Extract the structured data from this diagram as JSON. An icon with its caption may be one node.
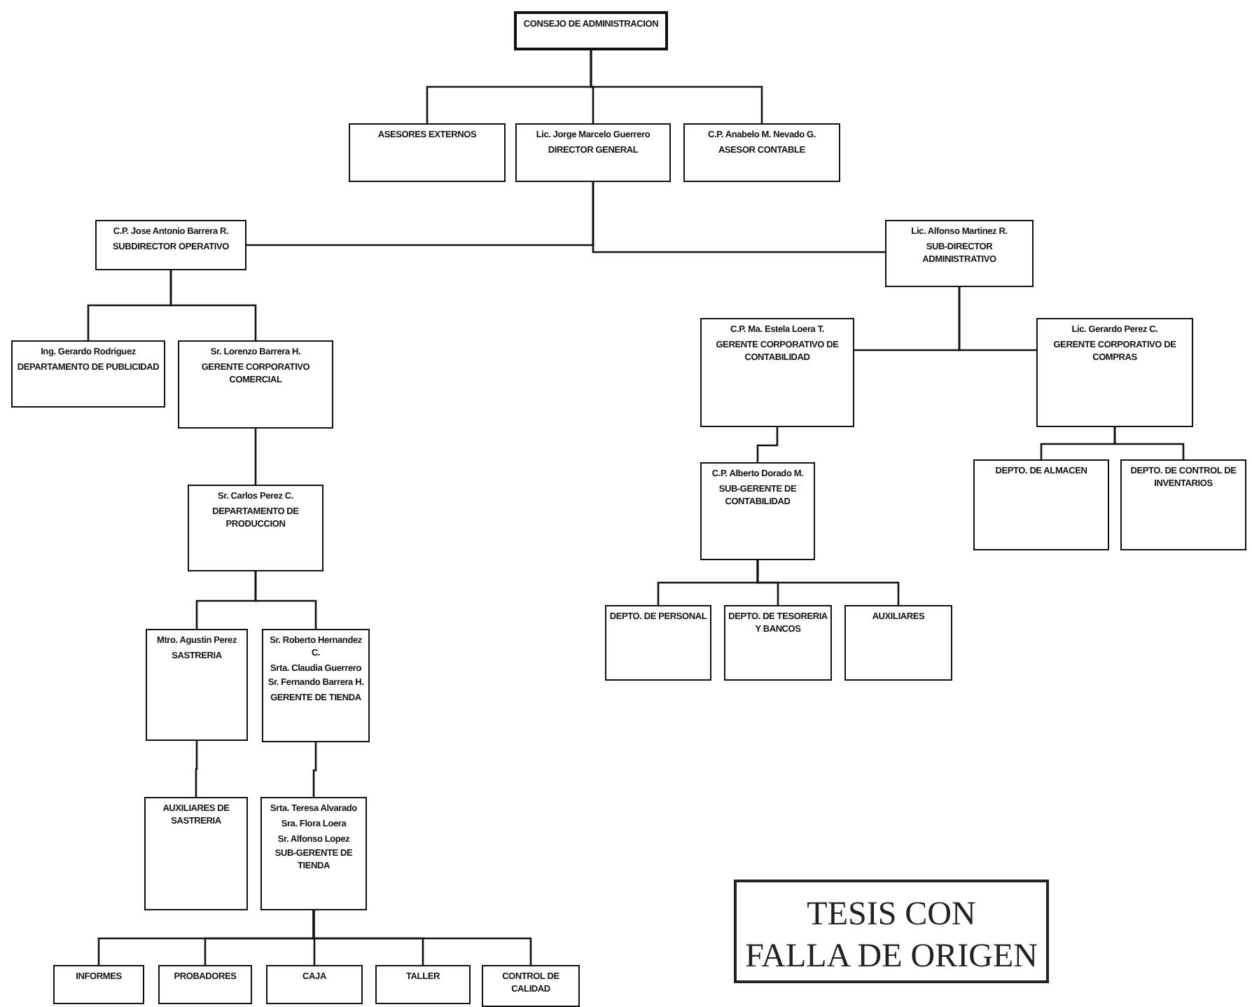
{
  "diagram": {
    "nodes": [
      {
        "text": [
          "CONSEJO DE ADMINISTRACION"
        ]
      },
      {
        "text": [
          "ASESORES EXTERNOS"
        ]
      },
      {
        "text": [
          "Lic. Jorge Marcelo Guerrero",
          "DIRECTOR GENERAL"
        ]
      },
      {
        "text": [
          "C.P. Anabelo M. Nevado G.",
          "ASESOR CONTABLE"
        ]
      },
      {
        "text": [
          "C.P. Jose Antonio Barrera R.",
          "SUBDIRECTOR OPERATIVO"
        ]
      },
      {
        "text": [
          "Lic. Alfonso Martinez R.",
          "SUB-DIRECTOR ADMINISTRATIVO"
        ]
      },
      {
        "text": [
          "Ing. Gerardo Rodriguez",
          "DEPARTAMENTO DE PUBLICIDAD"
        ]
      },
      {
        "text": [
          "Sr. Lorenzo Barrera H.",
          "GERENTE CORPORATIVO COMERCIAL"
        ]
      },
      {
        "text": [
          "C.P. Ma. Estela Loera T.",
          "GERENTE CORPORATIVO DE CONTABILIDAD"
        ]
      },
      {
        "text": [
          "Lic. Gerardo Perez C.",
          "GERENTE CORPORATIVO DE COMPRAS"
        ]
      },
      {
        "text": [
          "Sr. Carlos Perez C.",
          "DEPARTAMENTO DE PRODUCCION"
        ]
      },
      {
        "text": [
          "C.P. Alberto Dorado M.",
          "SUB-GERENTE DE CONTABILIDAD"
        ]
      },
      {
        "text": [
          "DEPTO. DE ALMACEN"
        ]
      },
      {
        "text": [
          "DEPTO. DE CONTROL DE INVENTARIOS"
        ]
      },
      {
        "text": [
          "DEPTO. DE PERSONAL"
        ]
      },
      {
        "text": [
          "DEPTO. DE TESORERIA Y BANCOS"
        ]
      },
      {
        "text": [
          "AUXILIARES"
        ]
      },
      {
        "text": [
          "Mtro. Agustin Perez",
          "SASTRERIA"
        ]
      },
      {
        "text": [
          "Sr. Roberto Hernandez C.",
          "Srta. Claudia Guerrero",
          "Sr. Fernando Barrera H.",
          "GERENTE DE TIENDA"
        ]
      },
      {
        "text": [
          "AUXILIARES DE SASTRERIA"
        ]
      },
      {
        "text": [
          "Srta. Teresa Alvarado",
          "Sra. Flora Loera",
          "Sr. Alfonso Lopez",
          "SUB-GERENTE DE TIENDA"
        ]
      },
      {
        "text": [
          "INFORMES"
        ]
      },
      {
        "text": [
          "PROBADORES"
        ]
      },
      {
        "text": [
          "CAJA"
        ]
      },
      {
        "text": [
          "TALLER"
        ]
      },
      {
        "text": [
          "CONTROL DE CALIDAD"
        ]
      }
    ],
    "edges": [
      {
        "from": 0,
        "to": 1,
        "arrow": "none"
      },
      {
        "from": 0,
        "to": 2,
        "arrow": "none"
      },
      {
        "from": 0,
        "to": 3,
        "arrow": "none"
      },
      {
        "from": 2,
        "to": 4,
        "arrow": "none"
      },
      {
        "from": 2,
        "to": 5,
        "arrow": "none"
      },
      {
        "from": 4,
        "to": 6,
        "arrow": "none"
      },
      {
        "from": 4,
        "to": 7,
        "arrow": "none"
      },
      {
        "from": 5,
        "to": 8,
        "arrow": "none"
      },
      {
        "from": 5,
        "to": 9,
        "arrow": "none"
      },
      {
        "from": 7,
        "to": 10,
        "arrow": "none"
      },
      {
        "from": 8,
        "to": 11,
        "arrow": "none"
      },
      {
        "from": 9,
        "to": 12,
        "arrow": "none"
      },
      {
        "from": 9,
        "to": 13,
        "arrow": "none"
      },
      {
        "from": 11,
        "to": 14,
        "arrow": "none"
      },
      {
        "from": 11,
        "to": 15,
        "arrow": "none"
      },
      {
        "from": 11,
        "to": 16,
        "arrow": "none"
      },
      {
        "from": 10,
        "to": 17,
        "arrow": "none"
      },
      {
        "from": 10,
        "to": 18,
        "arrow": "none"
      },
      {
        "from": 17,
        "to": 19,
        "arrow": "none"
      },
      {
        "from": 18,
        "to": 20,
        "arrow": "none"
      },
      {
        "from": 20,
        "to": 21,
        "arrow": "none"
      },
      {
        "from": 20,
        "to": 22,
        "arrow": "none"
      },
      {
        "from": 20,
        "to": 23,
        "arrow": "none"
      },
      {
        "from": 20,
        "to": 24,
        "arrow": "none"
      },
      {
        "from": 20,
        "to": 25,
        "arrow": "none"
      }
    ],
    "labels": [
      "TESIS CON",
      "FALLA DE ORIGEN"
    ]
  }
}
